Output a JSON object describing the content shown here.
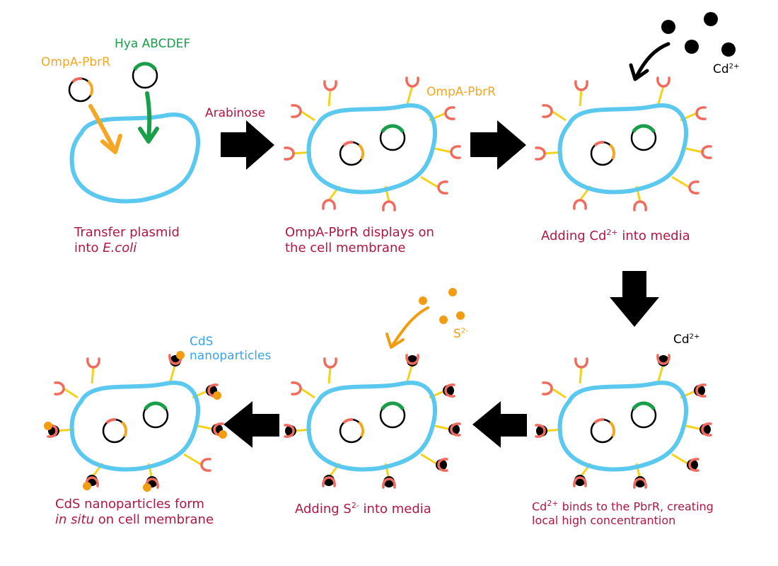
{
  "colors": {
    "caption": "#b01743",
    "cell_membrane": "#5bc8f0",
    "plasmid_ompa": "#f5a623",
    "plasmid_hya": "#1a9e4a",
    "receptor": "#f06b5e",
    "stalk": "#f5d21a",
    "cadmium": "#000000",
    "sulfide": "#f29c11",
    "cds_label": "#3aa3e8",
    "arrow": "#000000"
  },
  "labels": {
    "ompa_pbrr_1": "OmpA-PbrR",
    "hya": "Hya ABCDEF",
    "arabinose": "Arabinose",
    "ompa_pbrr_2": "OmpA-PbrR",
    "cd_base": "Cd",
    "cd_charge": "2+",
    "s_base": "S",
    "s_charge": "2-",
    "cds_line1": "CdS",
    "cds_line2": "nanoparticles"
  },
  "steps": [
    {
      "line1": "Transfer plasmid",
      "line2_a": "into ",
      "line2_b": "E.coli"
    },
    {
      "line1": "OmpA-PbrR displays on",
      "line2": "the cell membrane"
    },
    {
      "a": "Adding Cd",
      "sup": "2+",
      "b": " into media"
    },
    {
      "a": "Cd",
      "sup": "2+",
      "b": " binds to the PbrR, creating",
      "line2": "local high concentrantion"
    },
    {
      "a": "Adding S",
      "sup": "2-",
      "b": " into media"
    },
    {
      "line1": "CdS nanoparticles form",
      "line2_a": "in situ",
      "line2_b": " on cell membrane"
    }
  ]
}
